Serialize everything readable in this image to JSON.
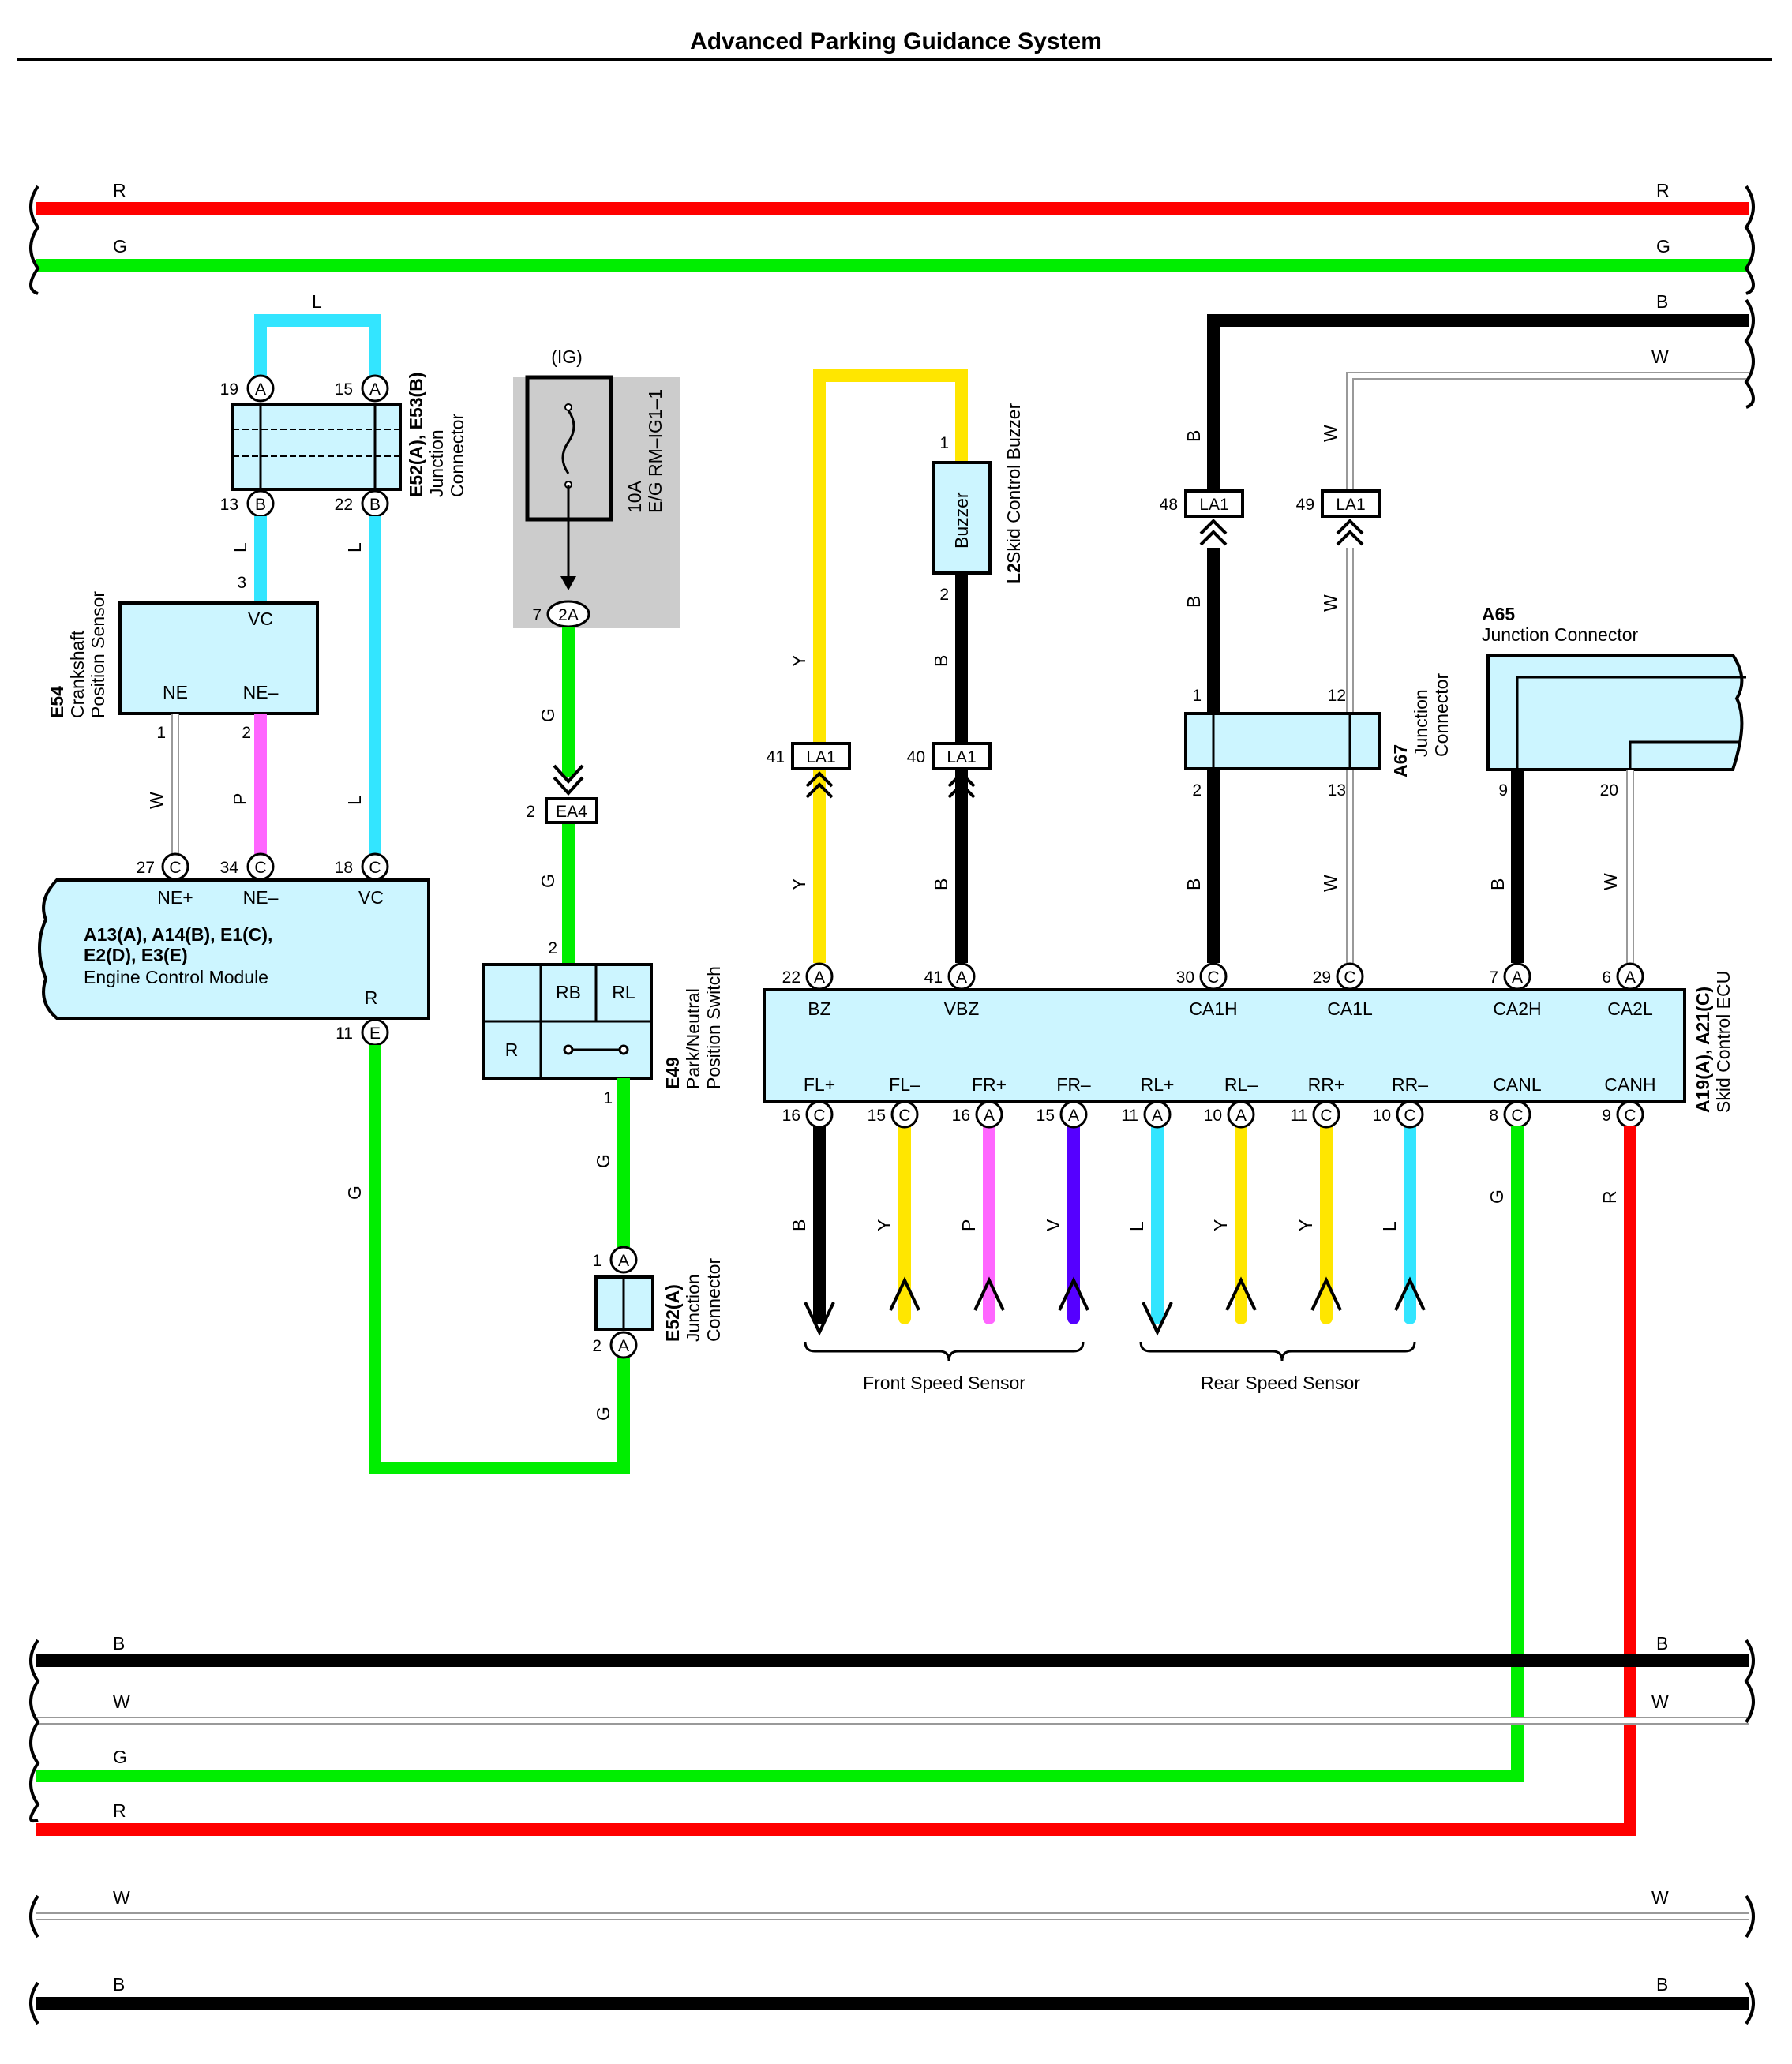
{
  "title": "Advanced Parking Guidance System",
  "colors": {
    "R": "#ff0000",
    "G": "#00ee00",
    "L": "#33e5ff",
    "Y": "#ffe600",
    "B": "#000000",
    "W": "#bbbbbb",
    "P": "#ff66ff",
    "V": "#5500ff",
    "box": "#ccf5ff",
    "fuse_box": "#cccccc"
  },
  "wire_labels": {
    "R": "R",
    "G": "G",
    "B": "B",
    "W": "W",
    "L": "L",
    "Y": "Y",
    "P": "P",
    "V": "V"
  },
  "components": {
    "junction_e52_e53": {
      "code": "E52(A), E53(B)",
      "line1": "Junction",
      "line2": "Connector",
      "pins": {
        "p19": "19",
        "p15": "15",
        "p13": "13",
        "p22": "22"
      }
    },
    "crank_sensor": {
      "code": "E54",
      "line1": "Crankshaft",
      "line2": "Position Sensor",
      "pin_vc": "VC",
      "pin_ne": "NE",
      "pin_ne_minus": "NE–",
      "n3": "3",
      "n1": "1",
      "n2": "2"
    },
    "ecm": {
      "line1": "A13(A), A14(B), E1(C),",
      "line2": "E2(D), E3(E)",
      "line3": "Engine Control Module",
      "pin_neplus": "NE+",
      "pin_neminus": "NE–",
      "pin_vc": "VC",
      "pin_r": "R",
      "n27": "27",
      "n34": "34",
      "n18": "18",
      "n11": "11"
    },
    "fuse": {
      "ig": "(IG)",
      "rating": "10A",
      "name": "E/G RM–IG1–1",
      "n7": "7",
      "conn": "2A"
    },
    "ea4": {
      "n2": "2",
      "label": "EA4"
    },
    "pn_switch": {
      "code": "E49",
      "line1": "Park/Neutral",
      "line2": "Position Switch",
      "rb": "RB",
      "rl": "RL",
      "r": "R",
      "n2": "2",
      "n1": "1"
    },
    "junction_e52a": {
      "code": "E52(A)",
      "line1": "Junction",
      "line2": "Connector",
      "n1": "1",
      "n2": "2"
    },
    "buzzer": {
      "code": "L2",
      "line1": "Skid Control Buzzer",
      "label": "Buzzer",
      "n1": "1",
      "n2": "2"
    },
    "la1_connectors": {
      "label": "LA1",
      "n41": "41",
      "n40": "40",
      "n48": "48",
      "n49": "49"
    },
    "junction_a67": {
      "code": "A67",
      "line1": "Junction",
      "line2": "Connector",
      "n1": "1",
      "n12": "12",
      "n2": "2",
      "n13": "13"
    },
    "junction_a65": {
      "code": "A65",
      "line1": "Junction Connector",
      "n9": "9",
      "n20": "20"
    },
    "skid_ecu": {
      "code": "A19(A), A21(C)",
      "line1": "Skid Control ECU",
      "top_pins": [
        {
          "num": "22",
          "conn": "A",
          "name": "BZ"
        },
        {
          "num": "41",
          "conn": "A",
          "name": "VBZ"
        },
        {
          "num": "30",
          "conn": "C",
          "name": "CA1H"
        },
        {
          "num": "29",
          "conn": "C",
          "name": "CA1L"
        },
        {
          "num": "7",
          "conn": "A",
          "name": "CA2H"
        },
        {
          "num": "6",
          "conn": "A",
          "name": "CA2L"
        }
      ],
      "bottom_pins": [
        {
          "num": "16",
          "conn": "C",
          "name": "FL+",
          "wire": "B"
        },
        {
          "num": "15",
          "conn": "C",
          "name": "FL–",
          "wire": "Y"
        },
        {
          "num": "16",
          "conn": "A",
          "name": "FR+",
          "wire": "P"
        },
        {
          "num": "15",
          "conn": "A",
          "name": "FR–",
          "wire": "V"
        },
        {
          "num": "11",
          "conn": "A",
          "name": "RL+",
          "wire": "L"
        },
        {
          "num": "10",
          "conn": "A",
          "name": "RL–",
          "wire": "Y"
        },
        {
          "num": "11",
          "conn": "C",
          "name": "RR+",
          "wire": "Y"
        },
        {
          "num": "10",
          "conn": "C",
          "name": "RR–",
          "wire": "L"
        },
        {
          "num": "8",
          "conn": "C",
          "name": "CANL",
          "wire": "G"
        },
        {
          "num": "9",
          "conn": "C",
          "name": "CANH",
          "wire": "R"
        }
      ]
    },
    "front_speed_sensor": "Front Speed Sensor",
    "rear_speed_sensor": "Rear Speed Sensor"
  }
}
